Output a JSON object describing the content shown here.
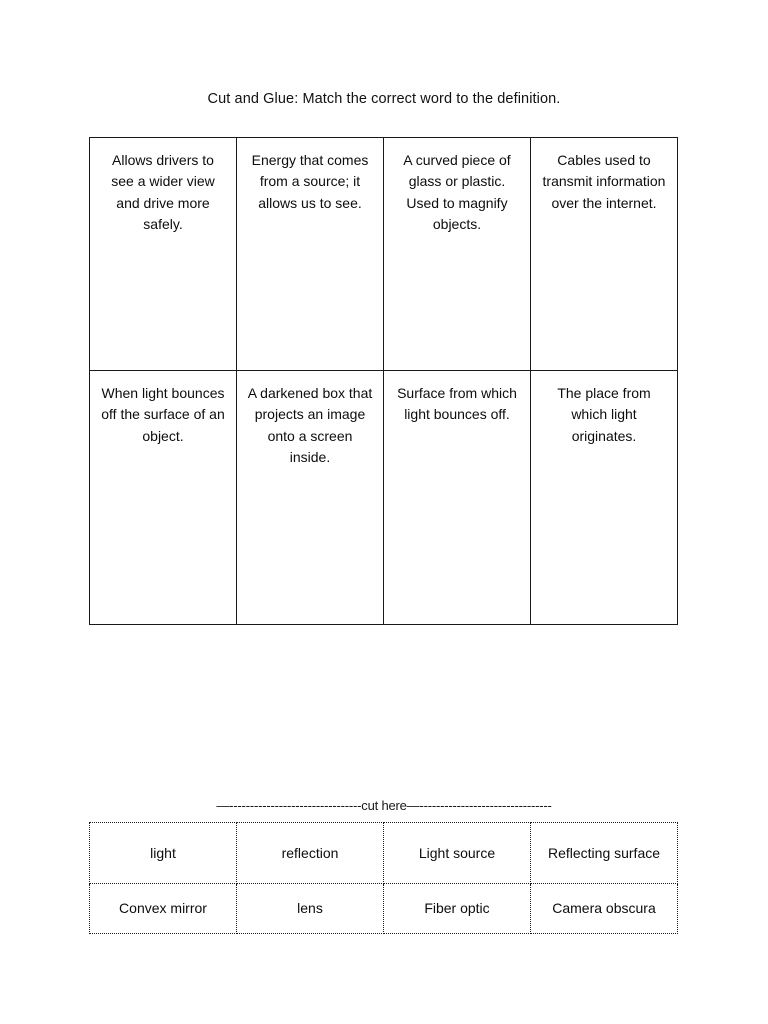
{
  "document": {
    "title": "Cut and Glue: Match the correct word to the definition.",
    "background_color": "#ffffff",
    "text_color": "#0d0d0d",
    "border_color": "#1a1a1a"
  },
  "definition_table": {
    "columns": 4,
    "rows": 2,
    "border_style": "solid",
    "cells": [
      {
        "text": "Allows drivers to see a wider view and drive more safely."
      },
      {
        "text": "Energy that comes from a source; it allows us to see."
      },
      {
        "text": "A curved piece of glass or plastic. Used to magnify objects."
      },
      {
        "text": "Cables used to transmit information over the internet."
      },
      {
        "text": "When light bounces off the surface of an object."
      },
      {
        "text": "A darkened box that projects an image onto a screen inside."
      },
      {
        "text": "Surface from which light bounces off."
      },
      {
        "text": "The place from which light originates."
      }
    ]
  },
  "cut_divider": {
    "label": "cut here",
    "full_text": "—--------------------------------cut here—--------------------------------"
  },
  "word_bank": {
    "columns": 4,
    "rows": 2,
    "border_style": "dotted",
    "cells": [
      {
        "text": "light"
      },
      {
        "text": "reflection"
      },
      {
        "text": "Light source"
      },
      {
        "text": "Reflecting surface"
      },
      {
        "text": "Convex mirror"
      },
      {
        "text": "lens"
      },
      {
        "text": "Fiber optic"
      },
      {
        "text": "Camera obscura"
      }
    ]
  }
}
